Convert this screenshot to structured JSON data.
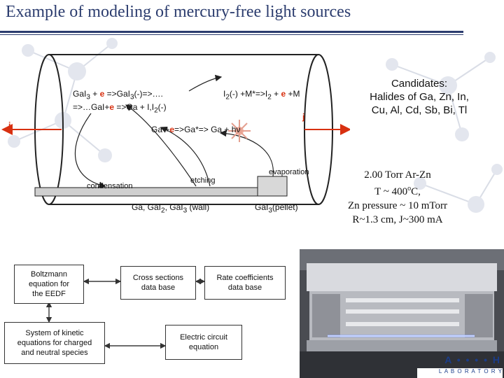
{
  "title": "Example of  modeling of mercury-free light sources",
  "diagram": {
    "rxn1_line1": [
      "GaI",
      "3",
      " + ",
      "e",
      " =>GaI",
      "3",
      "(-)=>…."
    ],
    "rxn1_line2": [
      "=>…GaI+",
      "e",
      " =>Ga + I,I",
      "2",
      "(-)"
    ],
    "rxn2": [
      "I",
      "2",
      "(-) +M*=>I",
      "2",
      " + ",
      "e",
      " +M"
    ],
    "rxn3": [
      "Ga +",
      "e",
      "=>Ga*=> Ga + hν"
    ],
    "j_left": "j",
    "j_right": "j",
    "condensation": "condensation",
    "etching": "etching",
    "evaporation": "evaporation",
    "wall": [
      "Ga, GaI",
      "2",
      ", GaI",
      "3",
      " (wall)"
    ],
    "pellet": [
      "GaI",
      "3",
      "(pellet)"
    ]
  },
  "candidates": [
    "Candidates:",
    "Halides of Ga, Zn, In,",
    "Cu, Al, Cd, Sb, Bi, Tl"
  ],
  "conditions": {
    "line1": "2.00 Torr Ar-Zn",
    "line2_pre": "T ~ 400",
    "line2_sup": "o",
    "line2_post": "C,",
    "line3": "Zn pressure ~ 10 mTorr",
    "line4": "R~1.3 cm, J~300 mA"
  },
  "flow": {
    "boltzmann": [
      "Boltzmann",
      "equation for",
      "the EEDF"
    ],
    "cross": [
      "Cross sections",
      "data base"
    ],
    "rate": [
      "Rate coefficients",
      "data base"
    ],
    "kinetic": [
      "System of kinetic",
      "equations for charged",
      "and neutral species"
    ],
    "circuit": [
      "Electric circuit",
      "equation"
    ]
  },
  "photo": {
    "logo_top": "A  • •  •  • H",
    "logo_bottom": "L A B O R A T O R Y"
  },
  "colors": {
    "title": "#2b3c6e",
    "electron": "#d83010",
    "arrow": "#d83010",
    "tube_border": "#222222",
    "pellet": "#d8d8d8",
    "wall_bar": "#cfcfcf"
  }
}
